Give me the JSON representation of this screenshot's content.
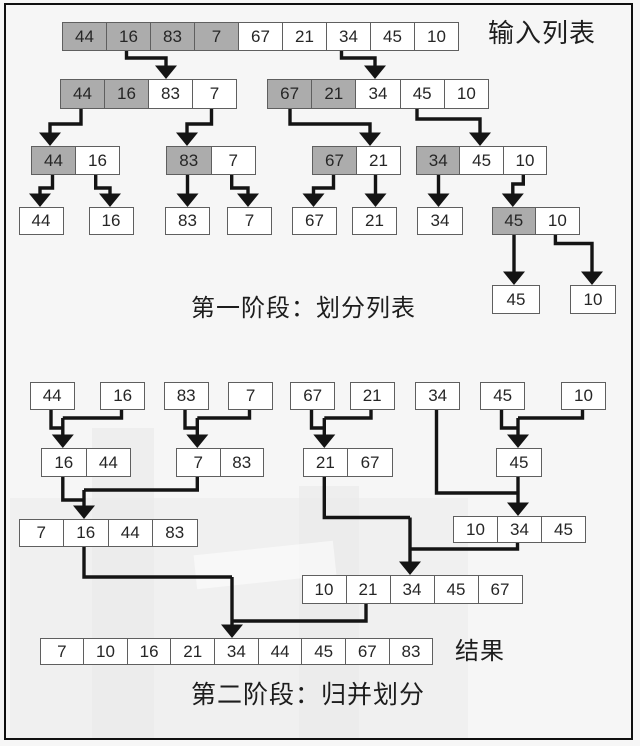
{
  "labels": {
    "input": "输入列表",
    "phase1": "第一阶段：划分列表",
    "result": "结果",
    "phase2": "第二阶段：归并划分"
  },
  "colors": {
    "cell_gray": "#acacac",
    "cell_border": "#5f5f5f",
    "arrow": "#141414"
  },
  "boxes": {
    "p1_input": {
      "values": [
        "44",
        "16",
        "83",
        "7",
        "67",
        "21",
        "34",
        "45",
        "10"
      ],
      "gray": 4
    },
    "p1_l2_left": {
      "values": [
        "44",
        "16",
        "83",
        "7"
      ],
      "gray": 2
    },
    "p1_l2_right": {
      "values": [
        "67",
        "21",
        "34",
        "45",
        "10"
      ],
      "gray": 2
    },
    "p1_l3_1": {
      "values": [
        "44",
        "16"
      ],
      "gray": 1
    },
    "p1_l3_2": {
      "values": [
        "83",
        "7"
      ],
      "gray": 1
    },
    "p1_l3_3": {
      "values": [
        "67",
        "21"
      ],
      "gray": 1
    },
    "p1_l3_4": {
      "values": [
        "34",
        "45",
        "10"
      ],
      "gray": 1
    },
    "p1_l4_44": {
      "values": [
        "44"
      ],
      "gray": 0
    },
    "p1_l4_16": {
      "values": [
        "16"
      ],
      "gray": 0
    },
    "p1_l4_83": {
      "values": [
        "83"
      ],
      "gray": 0
    },
    "p1_l4_7": {
      "values": [
        "7"
      ],
      "gray": 0
    },
    "p1_l4_67": {
      "values": [
        "67"
      ],
      "gray": 0
    },
    "p1_l4_21": {
      "values": [
        "21"
      ],
      "gray": 0
    },
    "p1_l4_34": {
      "values": [
        "34"
      ],
      "gray": 0
    },
    "p1_l4_pair": {
      "values": [
        "45",
        "10"
      ],
      "gray": 1
    },
    "p1_l5_45": {
      "values": [
        "45"
      ],
      "gray": 0
    },
    "p1_l5_10": {
      "values": [
        "10"
      ],
      "gray": 0
    },
    "p2_a_44": {
      "values": [
        "44"
      ],
      "gray": 0
    },
    "p2_a_16": {
      "values": [
        "16"
      ],
      "gray": 0
    },
    "p2_a_83": {
      "values": [
        "83"
      ],
      "gray": 0
    },
    "p2_a_7": {
      "values": [
        "7"
      ],
      "gray": 0
    },
    "p2_a_67": {
      "values": [
        "67"
      ],
      "gray": 0
    },
    "p2_a_21": {
      "values": [
        "21"
      ],
      "gray": 0
    },
    "p2_a_34": {
      "values": [
        "34"
      ],
      "gray": 0
    },
    "p2_a_45": {
      "values": [
        "45"
      ],
      "gray": 0
    },
    "p2_a_10": {
      "values": [
        "10"
      ],
      "gray": 0
    },
    "p2_b_1644": {
      "values": [
        "16",
        "44"
      ],
      "gray": 0
    },
    "p2_b_783": {
      "values": [
        "7",
        "83"
      ],
      "gray": 0
    },
    "p2_b_2167": {
      "values": [
        "21",
        "67"
      ],
      "gray": 0
    },
    "p2_b_45": {
      "values": [
        "45"
      ],
      "gray": 0
    },
    "p2_c_left": {
      "values": [
        "7",
        "16",
        "44",
        "83"
      ],
      "gray": 0
    },
    "p2_c_right": {
      "values": [
        "10",
        "34",
        "45"
      ],
      "gray": 0
    },
    "p2_d": {
      "values": [
        "10",
        "21",
        "34",
        "45",
        "67"
      ],
      "gray": 0
    },
    "p2_e_final": {
      "values": [
        "7",
        "10",
        "16",
        "21",
        "34",
        "44",
        "45",
        "67",
        "83"
      ],
      "gray": 0
    }
  }
}
